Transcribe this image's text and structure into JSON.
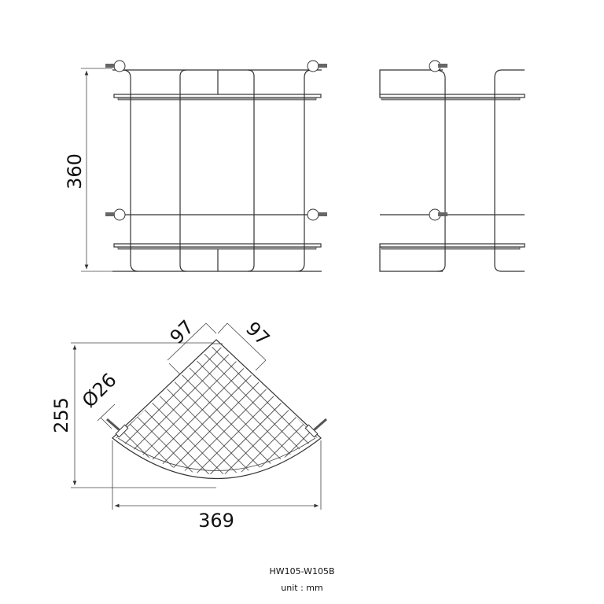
{
  "drawing": {
    "dimensions": {
      "height": "360",
      "depth_total": "255",
      "width_total": "369",
      "side_left": "97",
      "side_right": "97",
      "bracket_diameter": "Ø26"
    },
    "model": "HW105-W105B",
    "unit_label": "unit : mm"
  }
}
